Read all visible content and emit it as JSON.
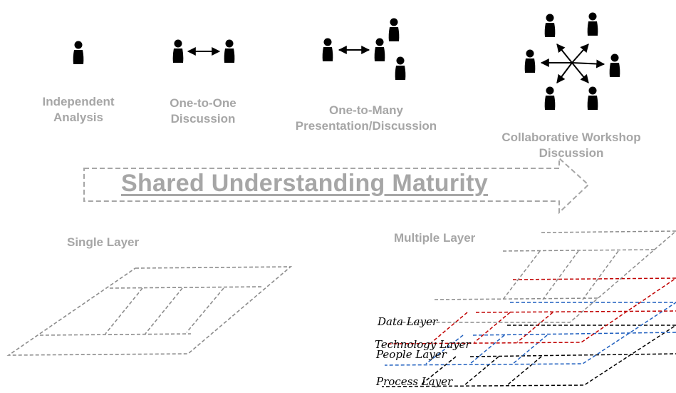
{
  "stages": [
    {
      "label": "Independent\nAnalysis"
    },
    {
      "label": "One-to-One\nDiscussion"
    },
    {
      "label": "One-to-Many\nPresentation/Discussion"
    },
    {
      "label": "Collaborative Workshop\nDiscussion"
    }
  ],
  "banner": {
    "text": "Shared Understanding Maturity"
  },
  "single": {
    "title": "Single Layer"
  },
  "multiple": {
    "title": "Multiple Layer",
    "layers": [
      {
        "label": "Data Layer"
      },
      {
        "label": "Technology Layer"
      },
      {
        "label": "People Layer"
      },
      {
        "label": "Process Layer"
      }
    ]
  },
  "colors": {
    "label_gray": "#a6a6a6",
    "red": "#c00000",
    "blue": "#1f5fbf",
    "black": "#000000"
  }
}
